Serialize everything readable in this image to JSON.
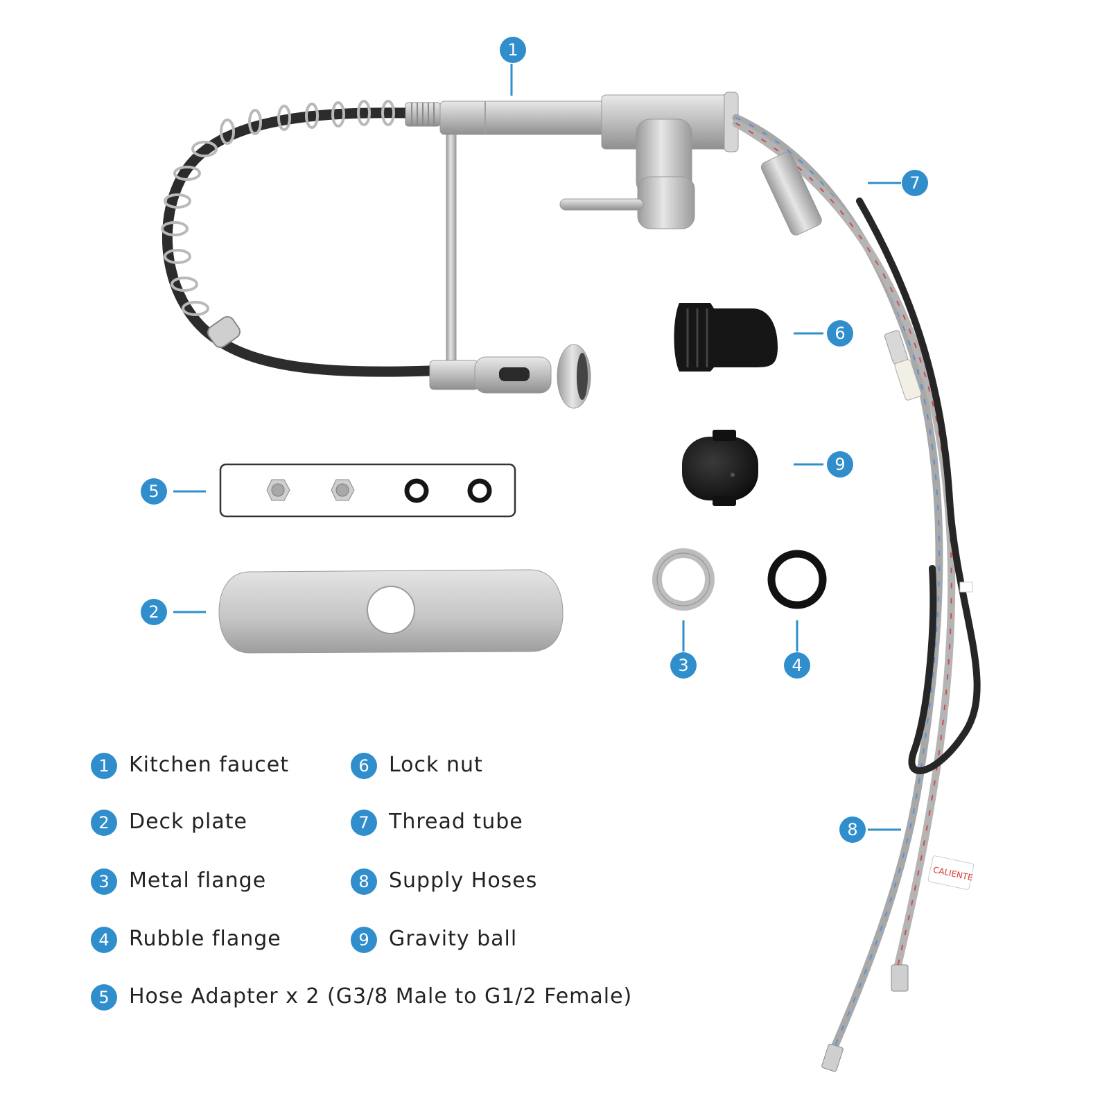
{
  "callouts": {
    "c1": "1",
    "c2": "2",
    "c3": "3",
    "c4": "4",
    "c5": "5",
    "c6": "6",
    "c7": "7",
    "c8": "8",
    "c9": "9"
  },
  "legend": [
    {
      "num": "1",
      "label": "Kitchen faucet"
    },
    {
      "num": "2",
      "label": "Deck plate"
    },
    {
      "num": "3",
      "label": "Metal flange"
    },
    {
      "num": "4",
      "label": "Rubble flange"
    },
    {
      "num": "5",
      "label": "Hose Adapter x 2 (G3/8 Male to G1/2 Female)"
    },
    {
      "num": "6",
      "label": "Lock nut"
    },
    {
      "num": "7",
      "label": "Thread tube"
    },
    {
      "num": "8",
      "label": "Supply Hoses"
    },
    {
      "num": "9",
      "label": "Gravity ball"
    }
  ],
  "hose_tag_text": "CALIENTE",
  "colors": {
    "accent": "#2f8ecb",
    "metal": "#c9c9c9",
    "black": "#1a1a1a"
  },
  "icons": [
    "faucet-illustration",
    "deck-plate-illustration",
    "metal-flange-illustration",
    "rubber-flange-illustration",
    "hose-adapter-illustration",
    "lock-nut-illustration",
    "thread-tube-illustration",
    "supply-hoses-illustration",
    "gravity-ball-illustration"
  ]
}
